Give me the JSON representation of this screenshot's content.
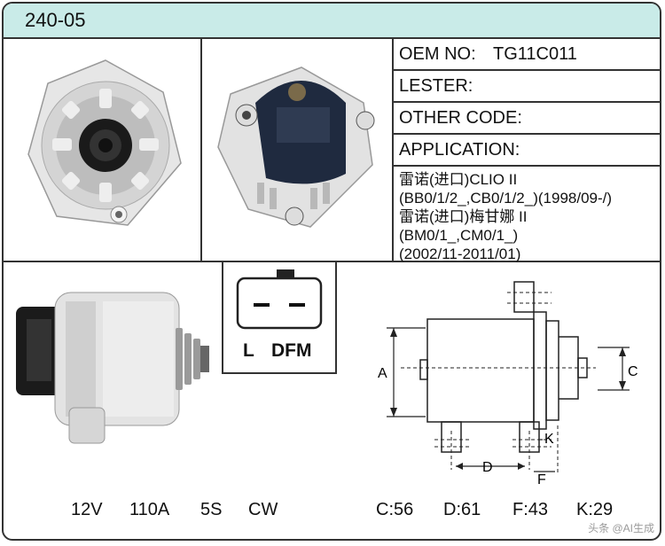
{
  "header": {
    "code": "240-05"
  },
  "specs": {
    "oem_label": "OEM NO:",
    "oem_value": "TG11C011",
    "lester_label": "LESTER:",
    "other_label": "OTHER CODE:",
    "application_label": "APPLICATION:",
    "application_lines": [
      "雷诺(进口)CLIO II",
      "(BB0/1/2_,CB0/1/2_)(1998/09-/)",
      "雷诺(进口)梅甘娜 II",
      "(BM0/1_,CM0/1_)",
      "(2002/11-2011/01)"
    ]
  },
  "connector": {
    "pins": [
      "L",
      "DFM"
    ]
  },
  "electrical": {
    "voltage": "12V",
    "current": "110A",
    "pulley": "5S",
    "rotation": "CW"
  },
  "dimensions": {
    "C": "C:56",
    "D": "D:61",
    "F": "F:43",
    "K": "K:29"
  },
  "diagram_labels": {
    "A": "A",
    "C": "C",
    "D": "D",
    "F": "F",
    "K": "K"
  },
  "watermark": "头条 @AI生成"
}
